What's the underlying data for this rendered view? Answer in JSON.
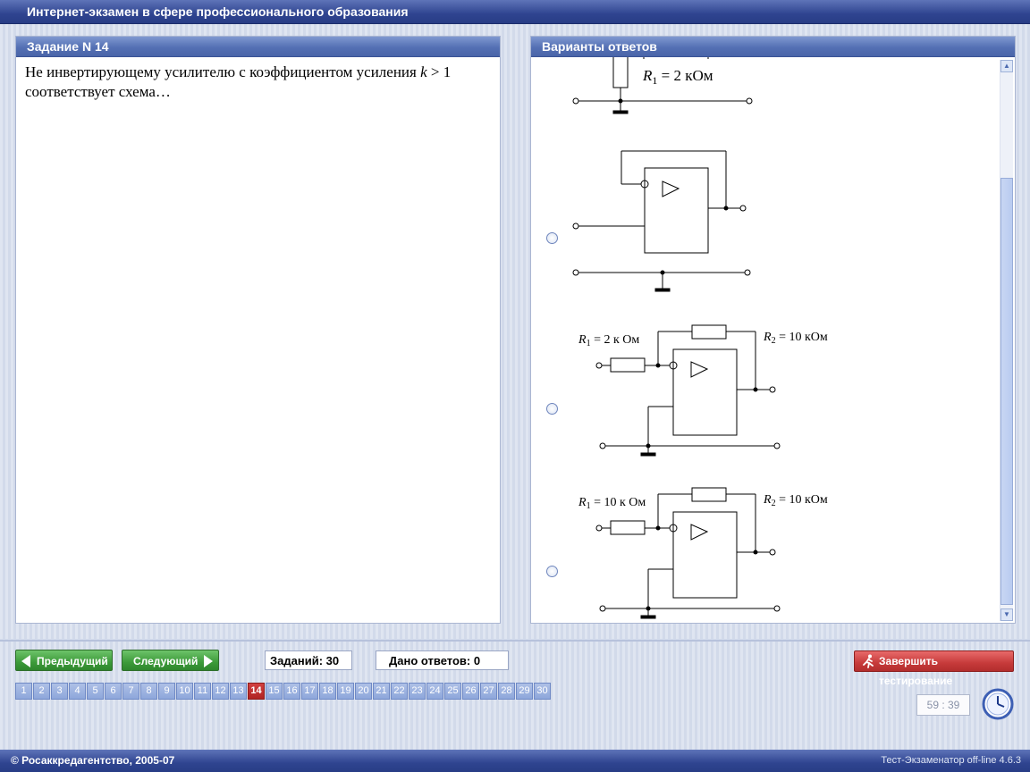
{
  "window": {
    "title": "Интернет-экзамен в сфере профессионального образования"
  },
  "task_panel": {
    "header": "Задание N 14",
    "question_parts": {
      "before_k": "Не инвертирующему усилителю с коэффициентом усиления ",
      "k": "k",
      "after_k": " > 1 соответствует схема…"
    }
  },
  "answers_panel": {
    "header": "Варианты ответов",
    "circuits": {
      "opt1_r1_label": "R",
      "opt1_r1_sub": "1",
      "opt1_r1_value": " = 2 кОм",
      "opt3_r1_label": "R",
      "opt3_r1_sub": "1",
      "opt3_r1_value": " = 2 к Ом",
      "opt3_r2_label": "R",
      "opt3_r2_sub": "2",
      "opt3_r2_value": " = 10 кОм",
      "opt4_r1_label": "R",
      "opt4_r1_sub": "1",
      "opt4_r1_value": " = 10 к Ом",
      "opt4_r2_label": "R",
      "opt4_r2_sub": "2",
      "opt4_r2_value": " = 10 кОм"
    }
  },
  "navigation": {
    "prev_label": "Предыдущий",
    "next_label": "Следующий",
    "tasks_count": "Заданий: 30",
    "answered_count": "Дано ответов: 0",
    "finish_label": "Завершить тестирование",
    "pages": [
      "1",
      "2",
      "3",
      "4",
      "5",
      "6",
      "7",
      "8",
      "9",
      "10",
      "11",
      "12",
      "13",
      "14",
      "15",
      "16",
      "17",
      "18",
      "19",
      "20",
      "21",
      "22",
      "23",
      "24",
      "25",
      "26",
      "27",
      "28",
      "29",
      "30"
    ],
    "current_page": "14"
  },
  "timer": {
    "value": "59 : 39"
  },
  "footer": {
    "left": "© Росаккредагентство, 2005-07",
    "right": "Тест-Экзаменатор off-line 4.6.3"
  },
  "colors": {
    "title_bar": "#2f4490",
    "panel_header": "#5470b4",
    "nav_button": "#3d9b3a",
    "finish_button": "#c63a3a",
    "active_page": "#b02424"
  }
}
